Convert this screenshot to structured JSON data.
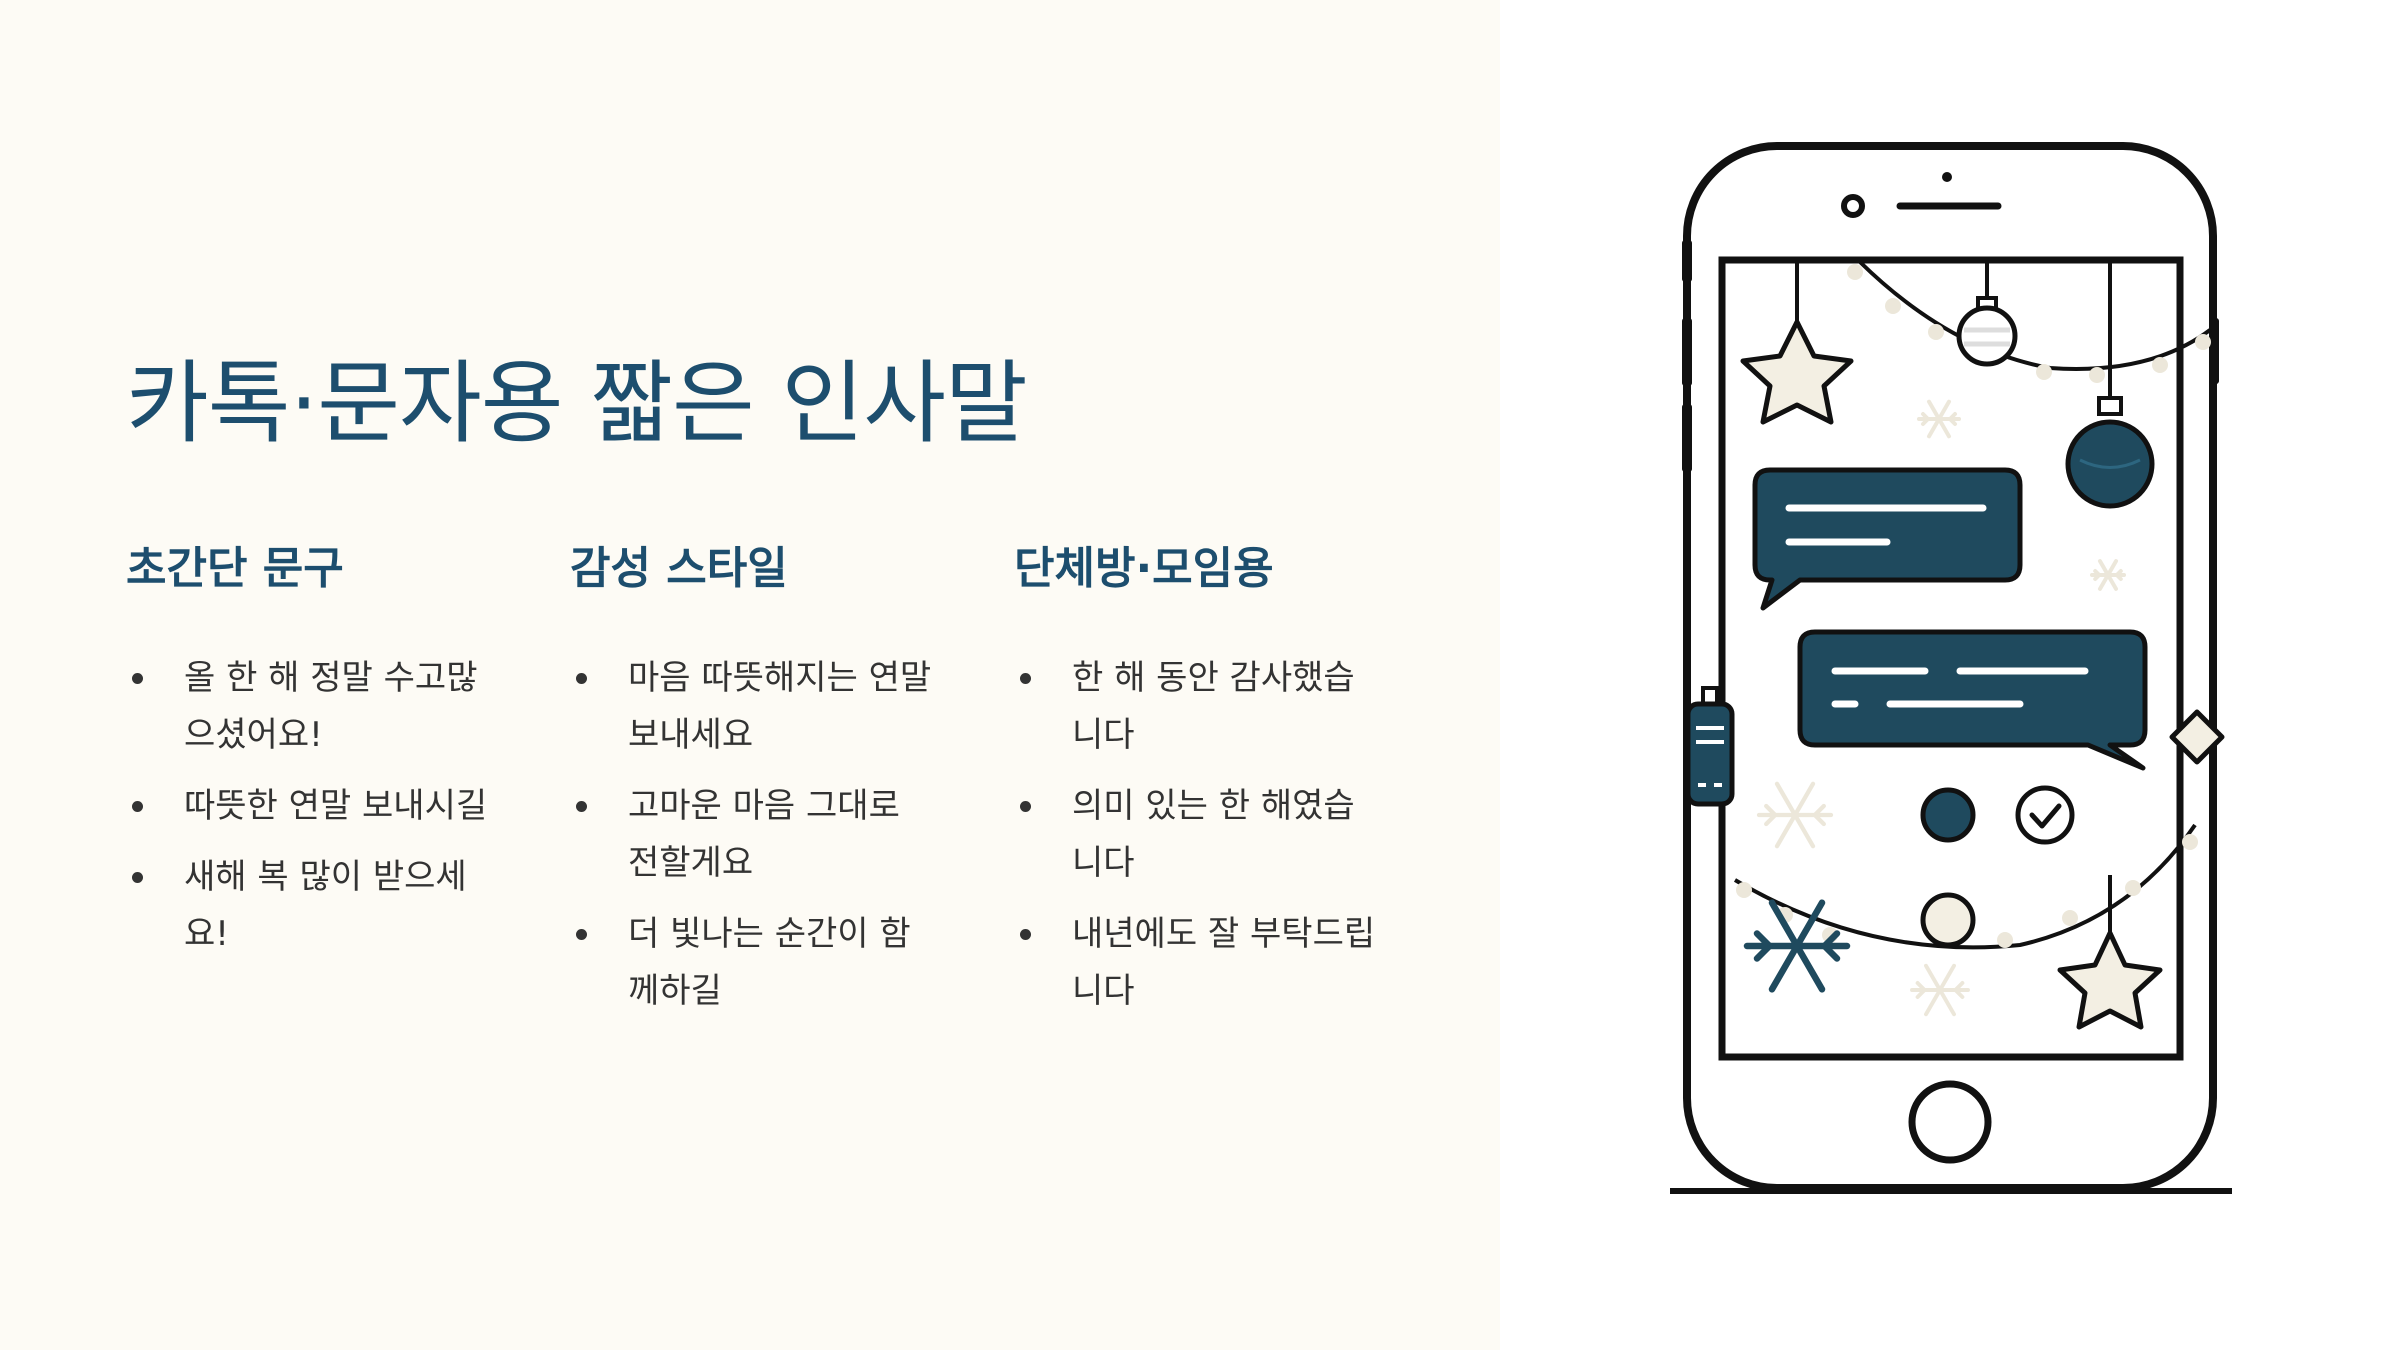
{
  "title": "카톡·문자용 짧은 인사말",
  "columns": [
    {
      "heading": "초간단 문구",
      "items": [
        "올 한 해 정말 수고많으셨어요!",
        "따뜻한 연말 보내시길",
        "새해 복 많이 받으세요!"
      ]
    },
    {
      "heading": "감성 스타일",
      "items": [
        "마음 따뜻해지는 연말 보내세요",
        "고마운 마음 그대로 전할게요",
        "더 빛나는 순간이 함께하길"
      ]
    },
    {
      "heading": "단체방·모임용",
      "items": [
        "한 해 동안 감사했습니다",
        "의미 있는 한 해였습니다",
        "내년에도 잘 부탁드립니다"
      ]
    }
  ],
  "illustration": {
    "icons": [
      "smartphone-icon",
      "chat-bubble-icon",
      "star-ornament-icon",
      "bauble-ornament-icon",
      "snowflake-icon",
      "garland-icon",
      "checkmark-icon"
    ],
    "colors": {
      "navy": "#1f4a5e",
      "cream": "#f3efe3",
      "outline": "#111111",
      "title": "#1d4e6e"
    }
  }
}
